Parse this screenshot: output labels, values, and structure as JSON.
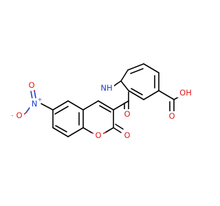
{
  "colors": {
    "background": "#ffffff",
    "bond": "#000000",
    "nitrogen": "#1a3fd1",
    "oxygen": "#e01b1b"
  },
  "atoms": {
    "nitro_o_left": {
      "text": "O",
      "charge": "-"
    },
    "nitro_n": {
      "text": "N",
      "charge": "+"
    },
    "nitro_o_bottom": {
      "text": "O"
    },
    "ring_o": {
      "text": "O"
    },
    "lactone_o": {
      "text": "O"
    },
    "amide_o": {
      "text": "O"
    },
    "amide_nh": {
      "text": "NH"
    },
    "acid_o": {
      "text": "O"
    },
    "acid_oh": {
      "text": "OH"
    }
  }
}
